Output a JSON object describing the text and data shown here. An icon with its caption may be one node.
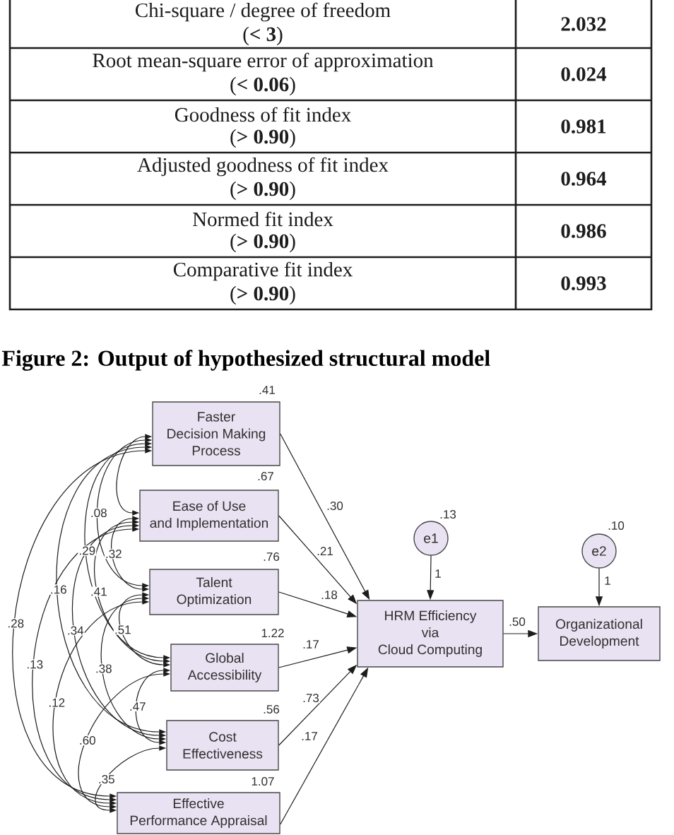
{
  "diagram": {
    "caption": "Figure 2: Output of hypothesized structural model",
    "nodes": [
      {
        "text": [
          "Faster Decision Making Process"
        ],
        "beside": [
          ".41"
        ]
      },
      {
        "text": [
          "Ease of Use and Implementation"
        ],
        "beside": [
          ".67"
        ]
      },
      {
        "text": [
          "Talent Optimization"
        ],
        "beside": [
          ".76"
        ]
      },
      {
        "text": [
          "Global Accessibility"
        ],
        "beside": [
          "1.22"
        ]
      },
      {
        "text": [
          "Cost Effectiveness"
        ],
        "beside": [
          ".56"
        ]
      },
      {
        "text": [
          "Effective Performance Appraisal"
        ],
        "beside": [
          "1.07"
        ]
      },
      {
        "text": [
          "HRM Efficiency via Cloud Computing"
        ]
      },
      {
        "text": [
          "e1"
        ],
        "beside": [
          ".13"
        ]
      },
      {
        "text": [
          "Organizational Development"
        ]
      },
      {
        "text": [
          "e2"
        ],
        "beside": [
          ".10"
        ]
      }
    ],
    "edges": [
      {
        "from": 0,
        "to": 6,
        "arrow": "to",
        "label": ".30"
      },
      {
        "from": 1,
        "to": 6,
        "arrow": "to",
        "label": ".21"
      },
      {
        "from": 2,
        "to": 6,
        "arrow": "to",
        "label": ".18"
      },
      {
        "from": 3,
        "to": 6,
        "arrow": "to",
        "label": ".17"
      },
      {
        "from": 4,
        "to": 6,
        "arrow": "to",
        "label": ".73"
      },
      {
        "from": 5,
        "to": 6,
        "arrow": "to",
        "label": ".17"
      },
      {
        "from": 7,
        "to": 6,
        "arrow": "to",
        "label": "1"
      },
      {
        "from": 6,
        "to": 8,
        "arrow": "to",
        "label": ".50"
      },
      {
        "from": 9,
        "to": 8,
        "arrow": "to",
        "label": "1"
      },
      {
        "from": 0,
        "to": 1,
        "arrow": "both"
      },
      {
        "from": 0,
        "to": 2,
        "arrow": "both",
        "label": ".08"
      },
      {
        "from": 0,
        "to": 3,
        "arrow": "both",
        "label": ".29"
      },
      {
        "from": 0,
        "to": 4,
        "arrow": "both",
        "label": ".16"
      },
      {
        "from": 0,
        "to": 5,
        "arrow": "both",
        "label": ".28"
      },
      {
        "from": 1,
        "to": 2,
        "arrow": "both",
        "label": ".32"
      },
      {
        "from": 1,
        "to": 3,
        "arrow": "both",
        "label": ".41"
      },
      {
        "from": 1,
        "to": 4,
        "arrow": "both",
        "label": ".34"
      },
      {
        "from": 1,
        "to": 5,
        "arrow": "both",
        "label": ".13"
      },
      {
        "from": 2,
        "to": 3,
        "arrow": "both",
        "label": ".51"
      },
      {
        "from": 2,
        "to": 4,
        "arrow": "both",
        "label": ".38"
      },
      {
        "from": 2,
        "to": 5,
        "arrow": "both",
        "label": ".12"
      },
      {
        "from": 3,
        "to": 4,
        "arrow": "both",
        "label": ".47"
      },
      {
        "from": 3,
        "to": 5,
        "arrow": "both",
        "label": ".60"
      },
      {
        "from": 4,
        "to": 5,
        "arrow": "both",
        "label": ".35"
      }
    ],
    "labels": [
      "Chi-square / degree of freedom",
      "(**< 3**)",
      "2.032",
      "Root mean-square error of approximation",
      "(**< 0.06**)",
      "0.024",
      "Goodness of fit index",
      "(**> 0.90**)",
      "0.981",
      "Adjusted goodness of fit index",
      "(**> 0.90**)",
      "0.964",
      "Normed fit index",
      "(**> 0.90**)",
      "0.986",
      "Comparative fit index",
      "(**> 0.90**)",
      "0.993"
    ]
  }
}
